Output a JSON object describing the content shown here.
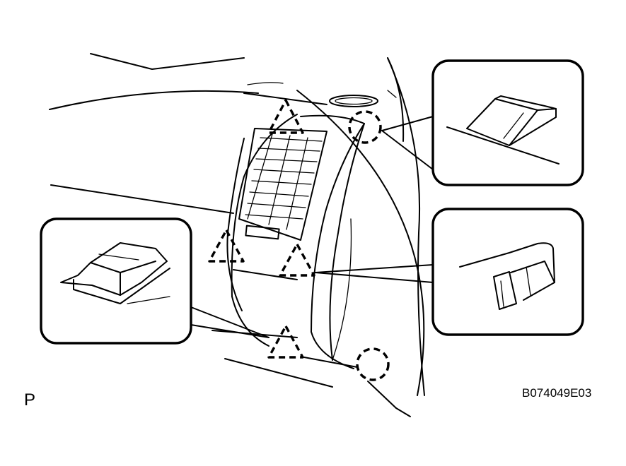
{
  "figure": {
    "code": "B074049E03",
    "view_marker": "P",
    "markers": {
      "triangle": "dashed-triangle-clip-marker",
      "circle": "dashed-circle-claw-marker"
    },
    "detail_views": [
      "clip-detail-upper-right",
      "clip-detail-lower-right",
      "clip-detail-left"
    ]
  }
}
